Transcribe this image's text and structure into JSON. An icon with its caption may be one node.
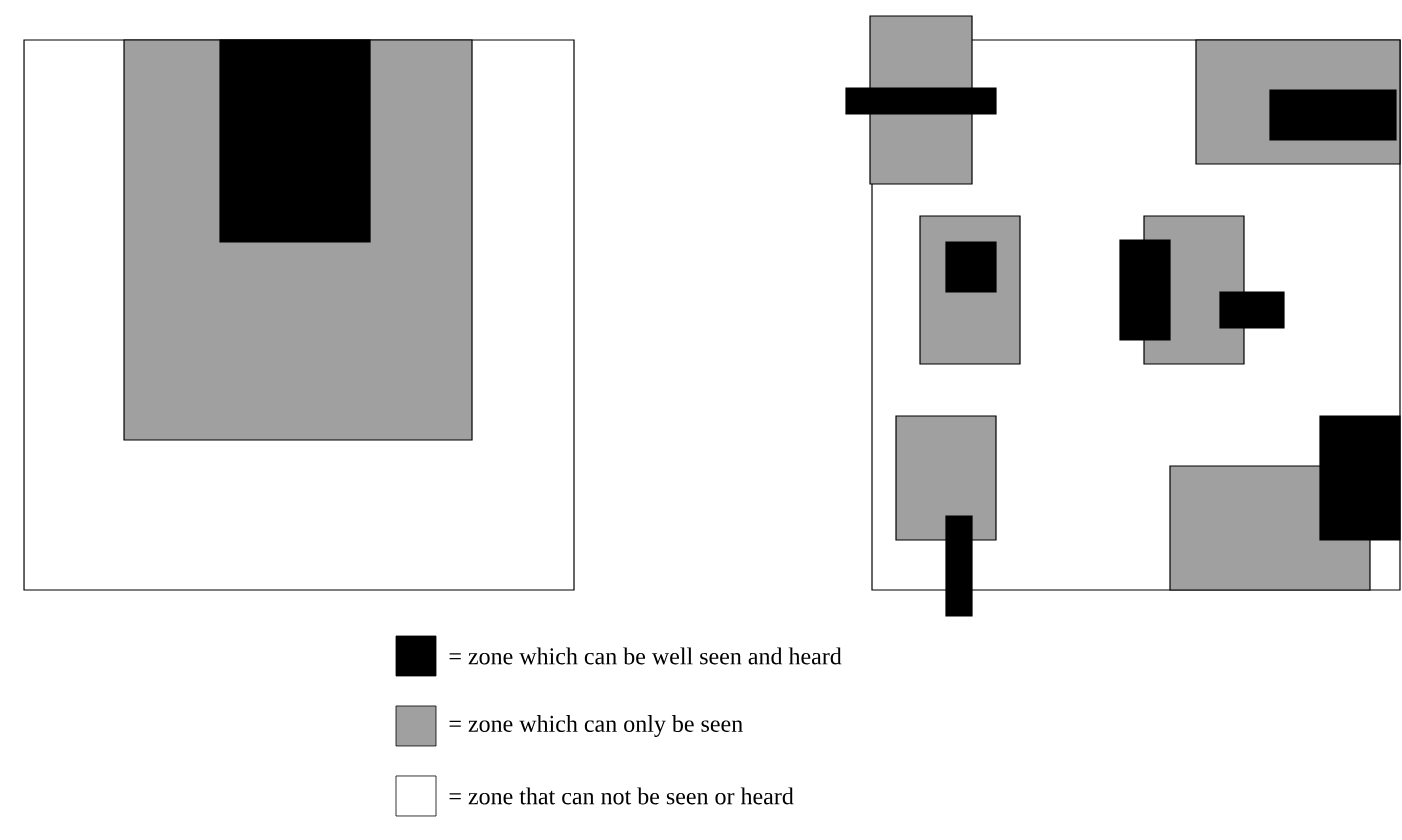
{
  "diagram": {
    "legend": [
      {
        "text": "= zone which can be well seen and heard",
        "color": "#000000"
      },
      {
        "text": "= zone which can only be seen",
        "color": "#a0a0a0"
      },
      {
        "text": "= zone that can not be seen or heard"
      }
    ]
  }
}
